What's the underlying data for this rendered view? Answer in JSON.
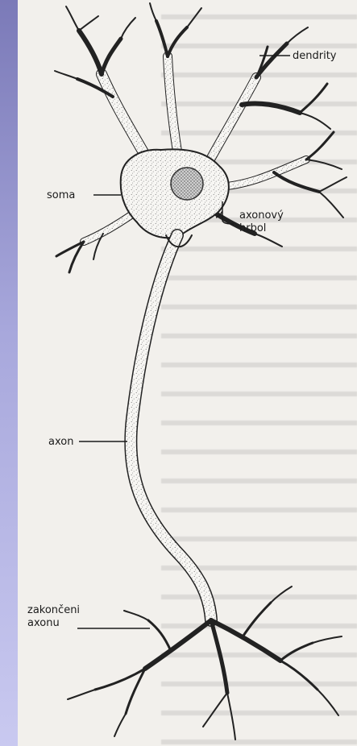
{
  "labels": {
    "dendrity": "dendrity",
    "soma": "soma",
    "axon_hillock_line1": "axonový",
    "axon_hillock_line2": "hrbol",
    "axon": "axon",
    "terminal_line1": "zakončeni",
    "terminal_line2": "axonu"
  },
  "colors": {
    "left_bar": "#8f8ecb",
    "page_bg": "#f2f0ec",
    "ink": "#1b1b1b"
  }
}
